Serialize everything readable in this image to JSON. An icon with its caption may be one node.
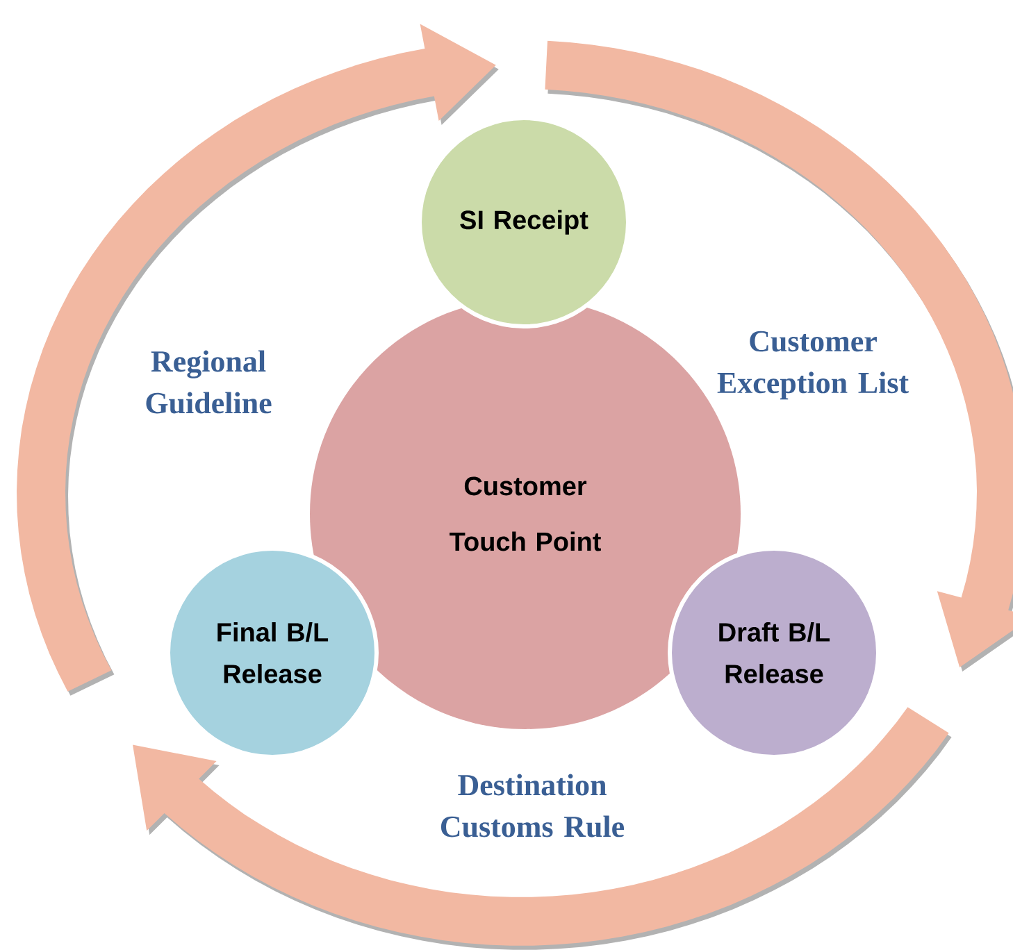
{
  "diagram": {
    "nodes": [
      {
        "text": [
          "SI Receipt"
        ]
      },
      {
        "text": [
          "Customer Touch Point"
        ]
      },
      {
        "text": [
          "Final B/L Release"
        ]
      },
      {
        "text": [
          "Draft B/L Release"
        ]
      }
    ],
    "labels": [
      "Regional Guideline",
      "Customer Exception List",
      "Destination Customs Rule"
    ]
  }
}
